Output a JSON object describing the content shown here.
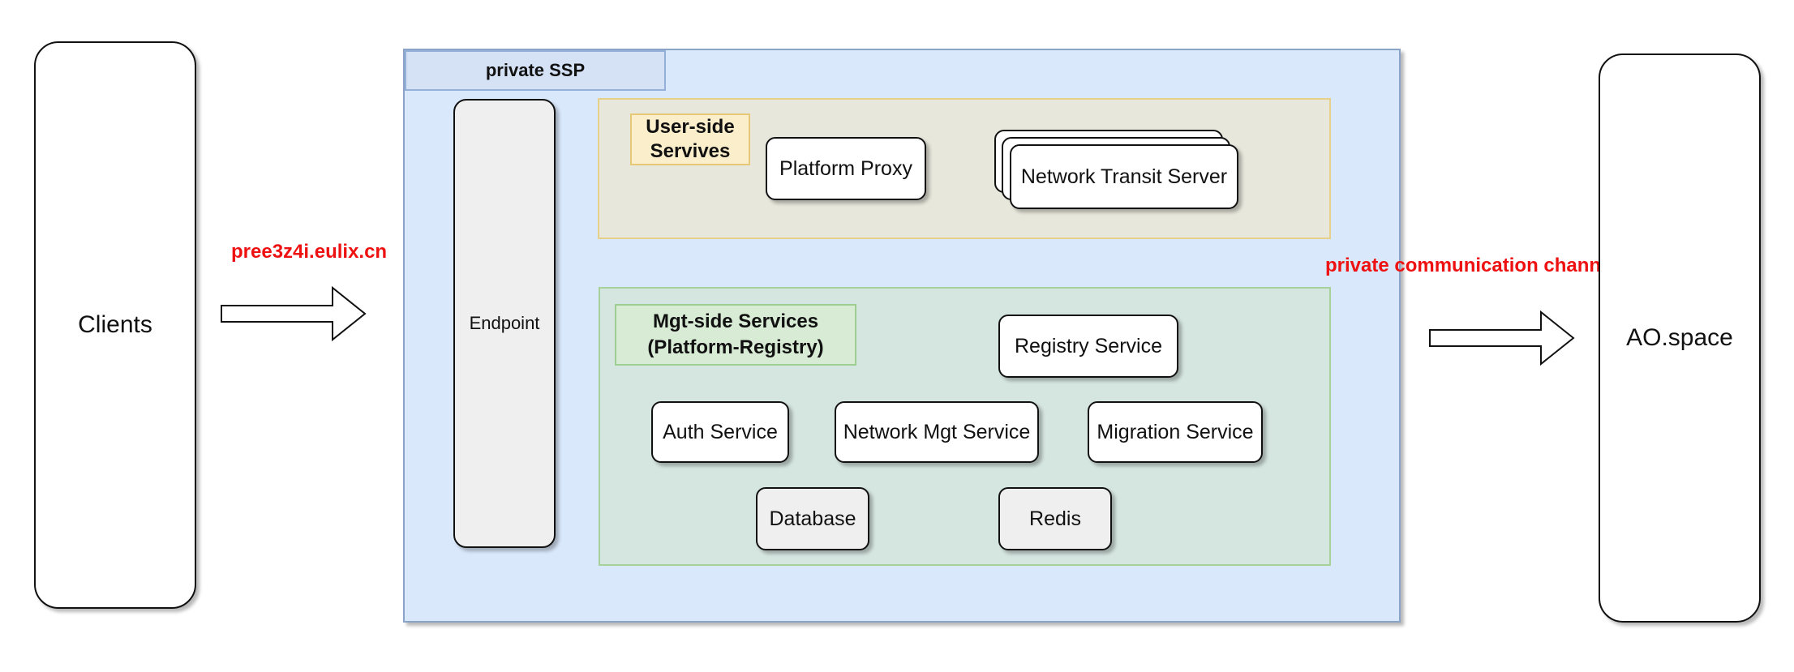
{
  "clients": {
    "label": "Clients"
  },
  "aospace": {
    "label": "AO.space"
  },
  "links": {
    "left_domain": "pree3z4i.eulix.cn",
    "right_channel": "private communication channel"
  },
  "ssp": {
    "title": "private SSP",
    "endpoint": "Endpoint",
    "user_side": {
      "title_line1": "User-side",
      "title_line2": "Servives",
      "platform_proxy": "Platform Proxy",
      "network_transit": "Network Transit Server"
    },
    "mgt_side": {
      "title_line1": "Mgt-side Services",
      "title_line2": "(Platform-Registry)",
      "registry": "Registry Service",
      "auth": "Auth Service",
      "network_mgt": "Network Mgt Service",
      "migration": "Migration Service",
      "database": "Database",
      "redis": "Redis"
    }
  },
  "colors": {
    "ssp_fill": "#dae8fc",
    "ssp_border": "#8aa4c8",
    "user_side_fill": "#e8e7dc",
    "user_side_border": "#e6d08a",
    "user_title_fill": "#fbeecb",
    "mgt_side_fill": "#d5e5e0",
    "mgt_side_border": "#a6d19a",
    "mgt_title_fill": "#d7ebd5",
    "label_red": "#ee1111"
  }
}
